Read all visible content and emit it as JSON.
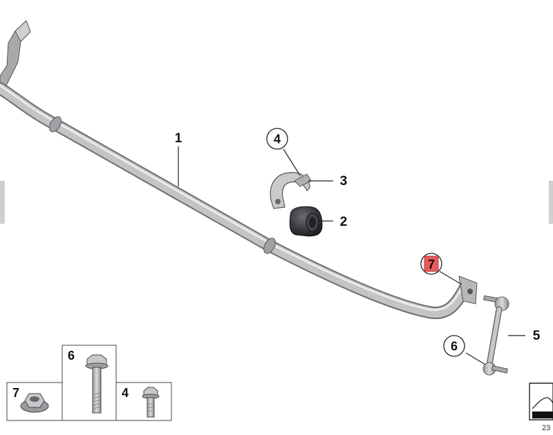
{
  "callouts": {
    "stabilizer_bar": "1",
    "rubber_mounting": "2",
    "bracket": "3",
    "bracket_bolt_circle": "4",
    "link": "5",
    "link_nut_circle": "6",
    "link_bolt_highlight": "7"
  },
  "hardware_boxes": {
    "nut": "7",
    "long_bolt": "6",
    "short_bolt": "4"
  },
  "page_code": "23",
  "colors": {
    "bar": "#c4c4c6",
    "bar_shadow": "#8c8c90",
    "rubber": "#2f2f33",
    "highlight": "#e65a5a",
    "line": "#222222"
  }
}
